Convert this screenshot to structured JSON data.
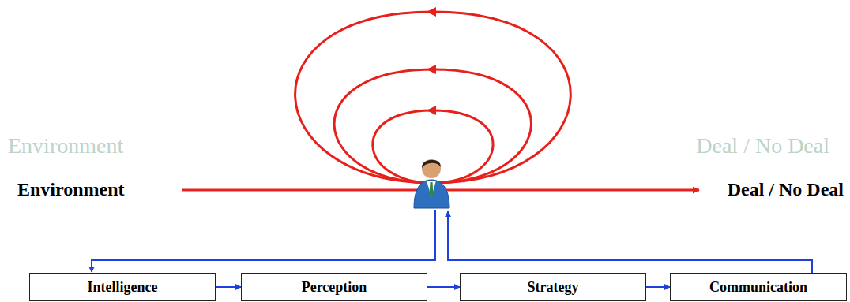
{
  "diagram": {
    "nodes": [
      {
        "text": [
          "Intelligence"
        ]
      },
      {
        "text": [
          "Perception"
        ]
      },
      {
        "text": [
          "Strategy"
        ]
      },
      {
        "text": [
          "Communication"
        ]
      }
    ],
    "edges": [
      {
        "from": 0,
        "to": 1,
        "arrow": "to"
      },
      {
        "from": 1,
        "to": 2,
        "arrow": "to"
      },
      {
        "from": 2,
        "to": 3,
        "arrow": "to"
      }
    ],
    "labels": [
      "Environment",
      "Deal / No Deal",
      "Environment",
      "Deal / No Deal"
    ]
  }
}
